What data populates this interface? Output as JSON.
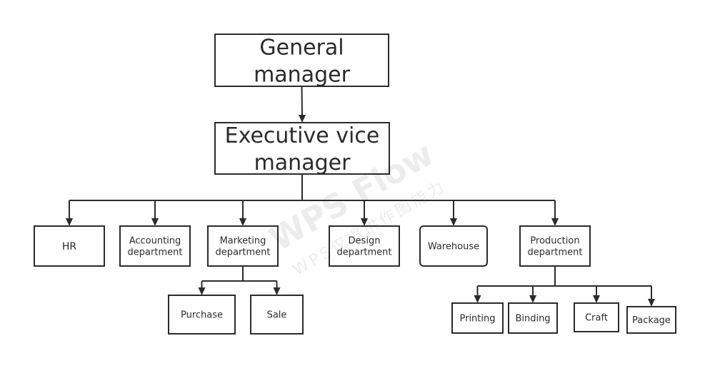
{
  "diagram": {
    "nodes": {
      "general_manager": [
        "General",
        "manager"
      ],
      "executive_vice_manager": [
        "Executive vice",
        "manager"
      ],
      "hr": [
        "HR"
      ],
      "accounting": [
        "Accounting",
        "department"
      ],
      "marketing": [
        "Marketing",
        "department"
      ],
      "design": [
        "Design",
        "department"
      ],
      "warehouse": [
        "Warehouse"
      ],
      "production": [
        "Production",
        "department"
      ],
      "purchase": [
        "Purchase"
      ],
      "sale": [
        "Sale"
      ],
      "printing": [
        "Printing"
      ],
      "binding": [
        "Binding"
      ],
      "craft": [
        "Craft"
      ],
      "package": [
        "Package"
      ]
    },
    "edges": [
      [
        "general_manager",
        "executive_vice_manager"
      ],
      [
        "executive_vice_manager",
        "hr"
      ],
      [
        "executive_vice_manager",
        "accounting"
      ],
      [
        "executive_vice_manager",
        "marketing"
      ],
      [
        "executive_vice_manager",
        "design"
      ],
      [
        "executive_vice_manager",
        "warehouse"
      ],
      [
        "executive_vice_manager",
        "production"
      ],
      [
        "marketing",
        "purchase"
      ],
      [
        "marketing",
        "sale"
      ],
      [
        "production",
        "printing"
      ],
      [
        "production",
        "binding"
      ],
      [
        "production",
        "craft"
      ],
      [
        "production",
        "package"
      ]
    ]
  },
  "watermark": {
    "brand": "WPS Flow",
    "sub": "WPS仅提供作图能力"
  }
}
